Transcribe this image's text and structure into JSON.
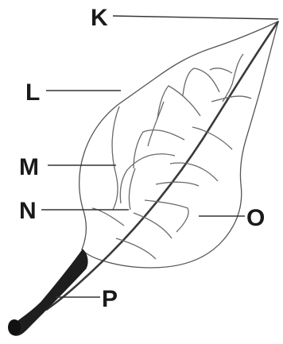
{
  "labels": {
    "k": "K",
    "l": "L",
    "m": "M",
    "n": "N",
    "o": "O",
    "p": "P"
  }
}
